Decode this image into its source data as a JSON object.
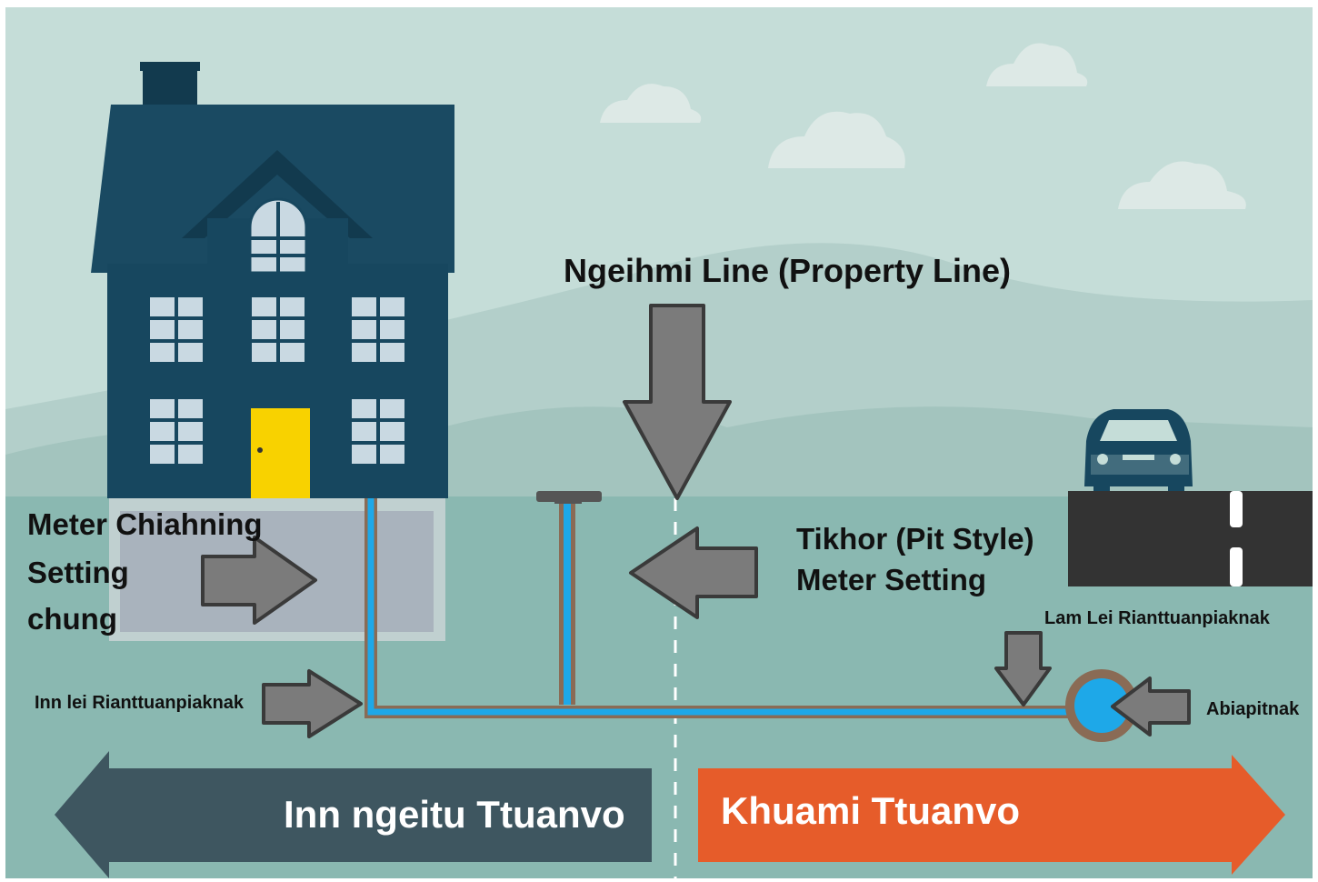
{
  "labels": {
    "property_line": "Ngeihmi Line (Property Line)",
    "meter_setting_in_line1": "Meter Chiahning",
    "meter_setting_in_line2": "Setting",
    "meter_setting_in_line3": "chung",
    "pit_meter_line1": "Tikhor (Pit Style)",
    "pit_meter_line2": "Meter Setting",
    "customer_pipe": "Inn lei Rianttuanpiaknak",
    "service_pipe": "Lam Lei Rianttuanpiaknak",
    "water_main": "Abiapitnak",
    "owner_responsibility": "Inn ngeitu Ttuanvo",
    "city_responsibility": "Khuami Ttuanvo"
  },
  "colors": {
    "sky": "#c5ddd8",
    "ground": "#8ab8b1",
    "house": "#17475f",
    "door": "#f8d200",
    "water_pipe": "#1ea8e8",
    "pipe_casing": "#8a6b55",
    "arrow_gray": "#7b7b7b",
    "owner_banner": "#3e5660",
    "city_banner": "#e65c2a",
    "road": "#333333"
  }
}
